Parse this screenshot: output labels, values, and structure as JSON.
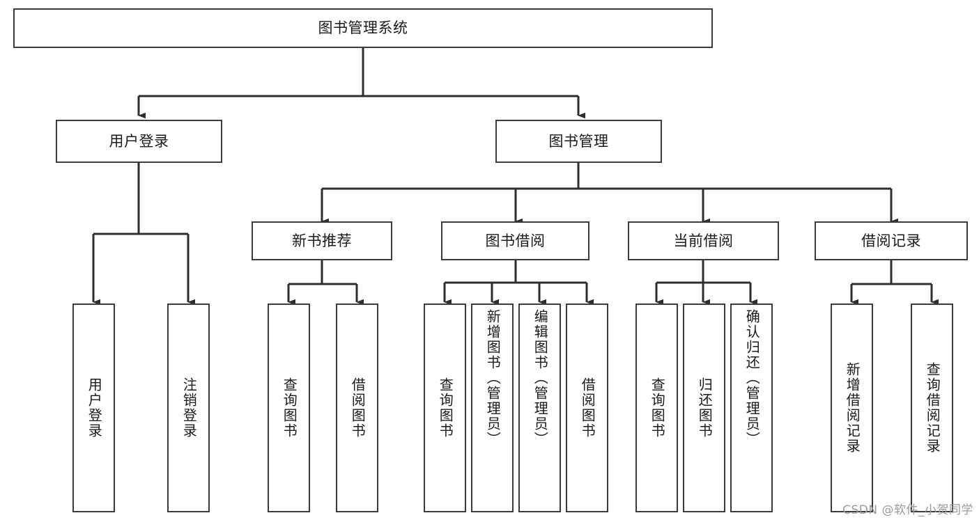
{
  "diagram": {
    "type": "tree-hierarchy",
    "title": "图书管理系统",
    "watermark": "CSDN @软件_小贺同学",
    "colors": {
      "stroke": "#3b3b3b",
      "box_fill": "#ffffff",
      "text": "#1a1a1a",
      "background": "#ffffff",
      "watermark": "#9b9b9b"
    },
    "root": {
      "label": "图书管理系统"
    },
    "level1": [
      {
        "label": "用户登录"
      },
      {
        "label": "图书管理"
      }
    ],
    "level2": [
      {
        "label": "新书推荐"
      },
      {
        "label": "图书借阅"
      },
      {
        "label": "当前借阅"
      },
      {
        "label": "借阅记录"
      }
    ],
    "leaves": {
      "user_login": [
        {
          "label": "用户登录"
        },
        {
          "label": "注销登录"
        }
      ],
      "new_book_recommend": [
        {
          "label": "查询图书"
        },
        {
          "label": "借阅图书"
        }
      ],
      "book_borrow": [
        {
          "label": "查询图书"
        },
        {
          "label": "新增图书（管理员）"
        },
        {
          "label": "编辑图书（管理员）"
        },
        {
          "label": "借阅图书"
        }
      ],
      "current_borrow": [
        {
          "label": "查询图书"
        },
        {
          "label": "归还图书"
        },
        {
          "label": "确认归还（管理员）"
        }
      ],
      "borrow_record": [
        {
          "label": "新增借阅记录"
        },
        {
          "label": "查询借阅记录"
        }
      ]
    }
  }
}
